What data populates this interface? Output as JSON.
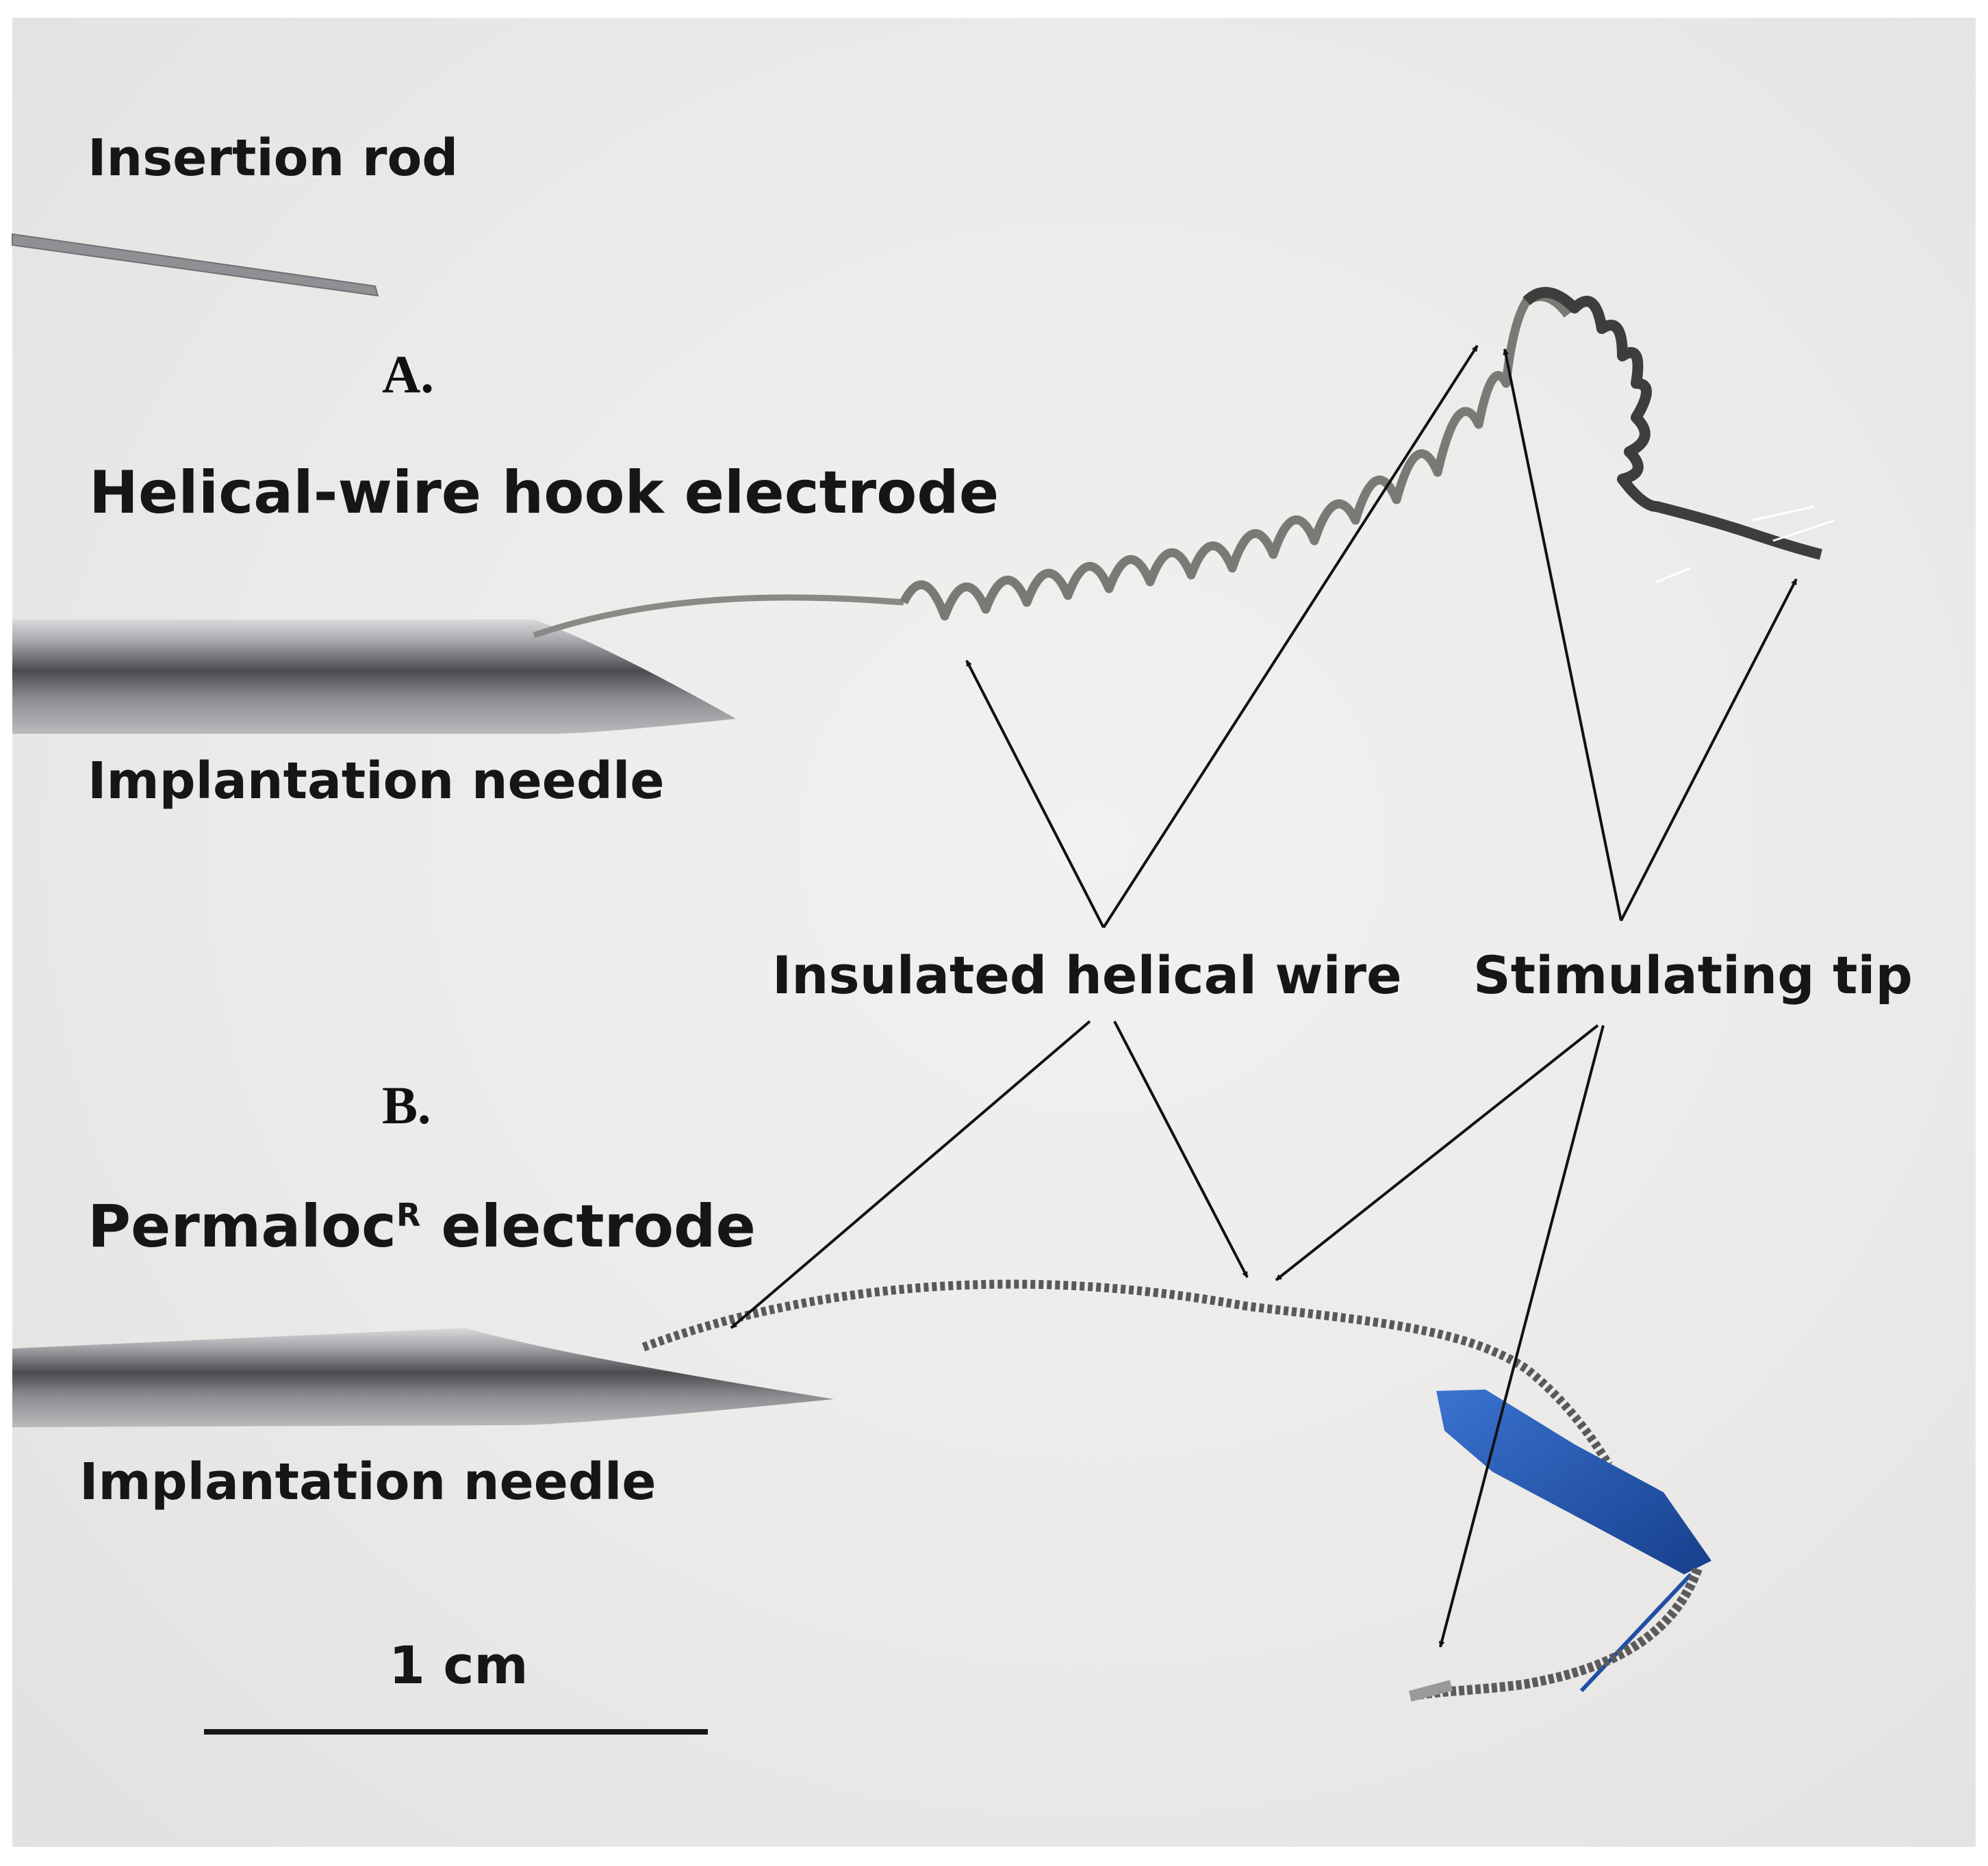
{
  "labels": {
    "insertion_rod": "Insertion rod",
    "panel_a": "A.",
    "helical_title": "Helical-wire hook electrode",
    "needle_a": "Implantation needle",
    "insulated_wire": "Insulated helical wire",
    "stimulating_tip": "Stimulating tip",
    "panel_b": "B.",
    "permaloc_name": "Permaloc",
    "permaloc_sup": "R",
    "permaloc_suffix": " electrode",
    "needle_b": "Implantation needle",
    "scale_label": "1 cm"
  },
  "colors": {
    "background": "#ebeae8",
    "wire": "#7b7a78",
    "needle": "#5a5c60",
    "blue_insulation": "#1f4fa8",
    "arrow": "#111111"
  }
}
